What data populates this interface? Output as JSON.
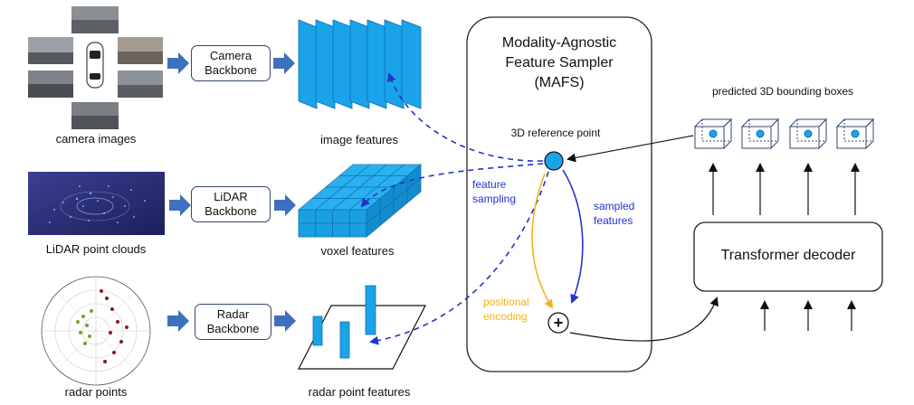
{
  "inputs": {
    "camera": {
      "label": "camera images"
    },
    "lidar": {
      "label": "LiDAR point clouds"
    },
    "radar": {
      "label": "radar points"
    }
  },
  "backbones": {
    "camera": {
      "line1": "Camera",
      "line2": "Backbone"
    },
    "lidar": {
      "line1": "LiDAR",
      "line2": "Backbone"
    },
    "radar": {
      "line1": "Radar",
      "line2": "Backbone"
    }
  },
  "features": {
    "image": "image features",
    "voxel": "voxel features",
    "radar_point": "radar point features"
  },
  "mafs": {
    "title_line1": "Modality-Agnostic",
    "title_line2": "Feature Sampler",
    "title_line3": "(MAFS)",
    "reference_point": "3D reference point",
    "feature_sampling_line1": "feature",
    "feature_sampling_line2": "sampling",
    "sampled_features_line1": "sampled",
    "sampled_features_line2": "features",
    "positional_encoding_line1": "positional",
    "positional_encoding_line2": "encoding",
    "plus_symbol": "+"
  },
  "decoder": {
    "label": "Transformer decoder",
    "predicted_boxes": "predicted 3D bounding boxes"
  },
  "colors": {
    "feature_blue": "#1aa3e8",
    "feature_blue_dark": "#0b6fb5",
    "sampling_arrow": "#2233cc",
    "positional_arrow": "#f2b21b",
    "box_border": "#33476b",
    "backbone_arrow": "#3f6fbf"
  }
}
